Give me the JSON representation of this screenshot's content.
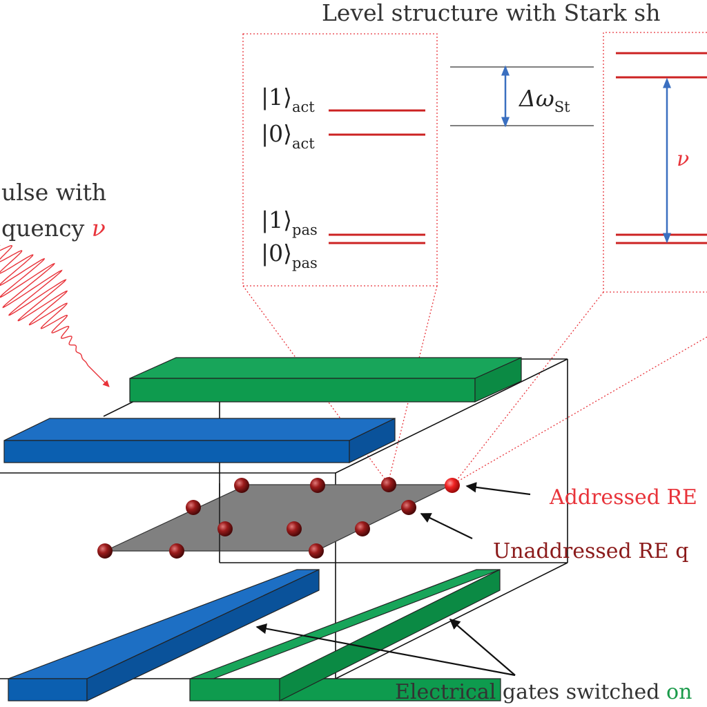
{
  "title": "Level structure with Stark sh",
  "pulse_label": {
    "line1": "ulse with",
    "line2_prefix": "quency ",
    "line2_symbol": "ν"
  },
  "inset_left": {
    "states": [
      {
        "ket": "|1⟩",
        "sub": "act"
      },
      {
        "ket": "|0⟩",
        "sub": "act"
      },
      {
        "ket": "|1⟩",
        "sub": "pas"
      },
      {
        "ket": "|0⟩",
        "sub": "pas"
      }
    ]
  },
  "stark_shift_label": {
    "symbol": "Δω",
    "sub": "St"
  },
  "transition_label": "ν",
  "labels": {
    "addressed": "Addressed RE",
    "unaddressed": "Unaddressed RE q",
    "gates_prefix": "Electrical gates switched ",
    "gates_suffix": "on"
  },
  "colors": {
    "red": "#e8333a",
    "dark_red": "#8b1a1a",
    "green": "#0e9b4e",
    "blue": "#0b5fb0",
    "plane": "#808080",
    "arrow_blue": "#3a6fc0"
  }
}
